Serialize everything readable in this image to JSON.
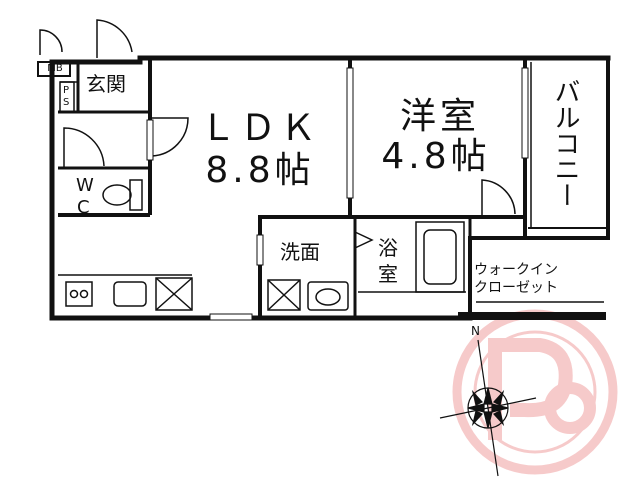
{
  "rooms": {
    "ldk_name": "ＬＤＫ",
    "ldk_size": "8.8帖",
    "western_name": "洋室",
    "western_size": "4.8帖",
    "entrance": "玄関",
    "mb": "MB",
    "ps_p": "P",
    "ps_s": "S",
    "wc_w": "W",
    "wc_c": "C",
    "washroom": "洗面",
    "bath_1": "浴",
    "bath_2": "室",
    "balcony": "バルコニー",
    "closet_1": "ウォークイン",
    "closet_2": "クローゼット"
  },
  "compass": {
    "north_label": "N"
  },
  "colors": {
    "wall": "#111111",
    "watermark": "#f2b8b8",
    "background": "#ffffff"
  }
}
